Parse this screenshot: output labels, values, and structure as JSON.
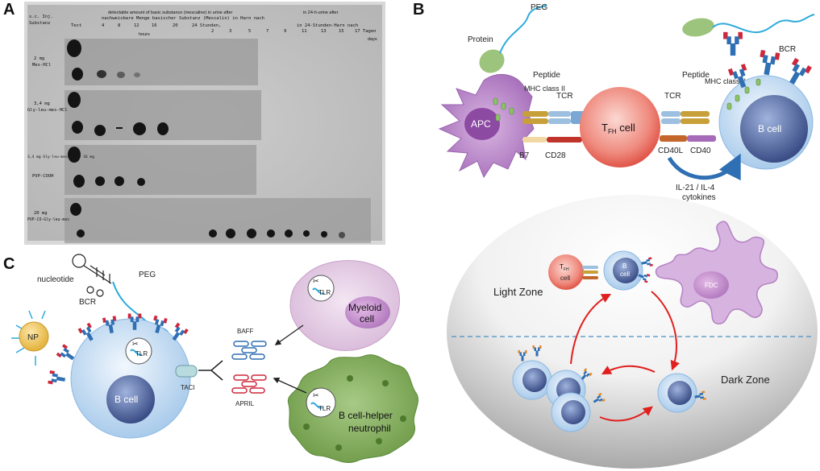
{
  "panels": [
    {
      "id": "A",
      "label": "A"
    },
    {
      "id": "B",
      "label": "B"
    },
    {
      "id": "C",
      "label": "C"
    }
  ],
  "panel_a": {
    "header_note_left": "detectable amount of basic substance (mescaline) in urine after",
    "header_note_right": "in 24-h-urine after",
    "row_header_1": "s.c. Inj.",
    "row_header_2": "Substanz",
    "col_test": "Test",
    "german_header": "nachweisbare Menge basischer Substanz (Mescalin) in Harn nach",
    "german_header_2": "in 24-Stunden-Harn nach",
    "hours_cols": [
      "4",
      "8",
      "12",
      "16",
      "20",
      "24 Stunden,"
    ],
    "days_cols": [
      "2",
      "3",
      "5",
      "7",
      "9",
      "11",
      "13",
      "15",
      "17 Tagen"
    ],
    "hours_label": "hours",
    "days_label": "days",
    "rows": [
      {
        "dose": "2 mg",
        "name": "Mes-HCl"
      },
      {
        "dose": "3,4 mg",
        "name": "Gly-leu-mes-HCl"
      },
      {
        "dose": "3,4 mg Gly-leu-mes-HCl + 16 mg",
        "name": "PVP-COOH"
      },
      {
        "dose": "20 mg",
        "name": "PVP-CO-Gly-leu-mes"
      }
    ]
  },
  "panel_b": {
    "peg": "PEG",
    "protein": "Protein",
    "peptide_left": "Peptide",
    "mhc_left": "MHC class II",
    "tcr_left": "TCR",
    "apc": "APC",
    "b7": "B7",
    "cd28": "CD28",
    "tfh": "T",
    "tfh_sub": "FH",
    "tfh_suffix": " cell",
    "tcr_right": "TCR",
    "peptide_right": "Peptide",
    "mhc_right": "MHC class II",
    "bcr": "BCR",
    "bcell": "B cell",
    "cd40l": "CD40L",
    "cd40": "CD40",
    "cytokines_1": "IL-21 / IL-4",
    "cytokines_2": "cytokines",
    "gc_tfh": "T",
    "gc_tfh_sub": "FH",
    "gc_tfh_cell": "cell",
    "gc_b": "B",
    "gc_b_cell": "cell",
    "fdc": "FDC",
    "light_zone": "Light Zone",
    "dark_zone": "Dark Zone"
  },
  "panel_c": {
    "nucleotide": "nucleotide",
    "peg": "PEG",
    "bcr": "BCR",
    "np": "NP",
    "tlr": "TLR",
    "bcell": "B cell",
    "taci": "TACI",
    "baff": "BAFF",
    "april": "APRIL",
    "myeloid": "Myeloid cell",
    "myeloid_1": "Myeloid",
    "myeloid_2": "cell",
    "neutrophil_1": "B cell-helper",
    "neutrophil_2": "neutrophil"
  },
  "colors": {
    "apc": "#b57fc7",
    "tfh": "#e2574c",
    "bcell_outer": "#bcd7ef",
    "bcell_inner": "#5b6fa6",
    "peg": "#2eaadc",
    "receptor_red": "#d0263a",
    "receptor_blue": "#2f6fb3",
    "protein_green": "#8cc26a",
    "neutrophil": "#7aa852",
    "arrow_red": "#e0201e"
  }
}
